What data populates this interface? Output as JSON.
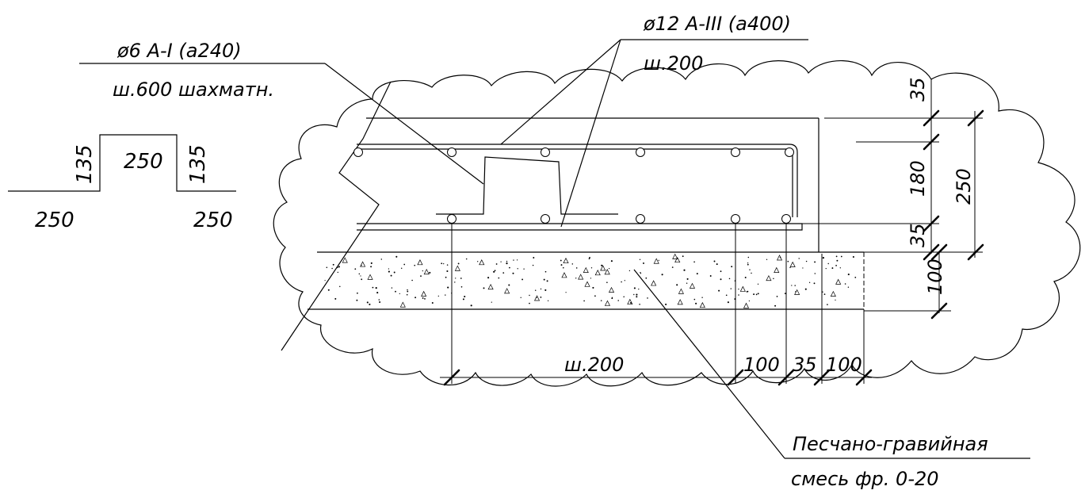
{
  "labels": {
    "stirrup_callout": {
      "line1": "ø6 А-I (а240)",
      "line2": "ш.600 шахматн."
    },
    "rebar_callout": {
      "line1": "ø12 А-III (а400)",
      "line2": "ш.200"
    },
    "sand_callout": {
      "line1": "Песчано-гравийная",
      "line2": "смесь фр. 0-20"
    }
  },
  "stirrup_shape": {
    "left_leg": "250",
    "left_height": "135",
    "top_width": "250",
    "right_height": "135",
    "right_leg": "250"
  },
  "dimensions": {
    "right_cover_top": "35",
    "right_inner": "180",
    "right_cover_bottom": "35",
    "right_total": "250",
    "right_sand": "100",
    "bottom_spacing": "ш.200",
    "bottom_100_a": "100",
    "bottom_35": "35",
    "bottom_100_b": "100"
  },
  "colors": {
    "line": "#000000",
    "background": "#ffffff"
  }
}
